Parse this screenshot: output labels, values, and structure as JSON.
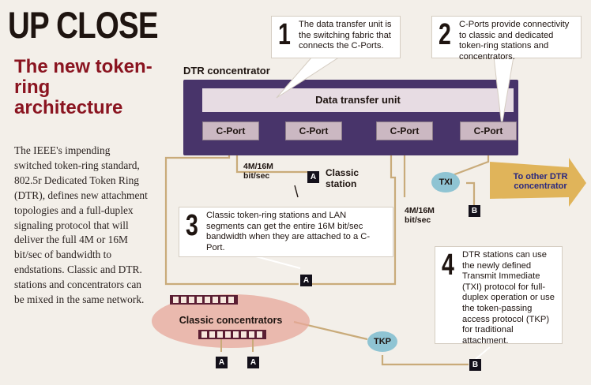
{
  "sidebar": {
    "kicker": "UP CLOSE",
    "headline": "The new token-ring architecture",
    "body": "The IEEE's impending switched token-ring standard, 802.5r Dedicated Token Ring (DTR), defines new attachment topologies and a full-duplex signaling protocol that will deliver the full 4M or 16M bit/sec of bandwidth to endstations. Classic and DTR. stations and concentrators can be mixed in the same network."
  },
  "callouts": [
    {
      "number": "1",
      "text": "The data transfer unit is the switching fabric that connects the C-Ports."
    },
    {
      "number": "2",
      "text": "C-Ports provide connectivity to classic and dedicated token-ring stations and concentrators."
    },
    {
      "number": "3",
      "text": "Classic token-ring stations and LAN segments can get the entire 16M bit/sec bandwidth when they are attached to a C-Port."
    },
    {
      "number": "4",
      "text": "DTR stations can use the newly defined Transmit Immediate (TXI) protocol for full-duplex operation or use the token-passing access protocol (TKP) for traditional attachment."
    }
  ],
  "diagram": {
    "concentrator_label": "DTR concentrator",
    "data_transfer_unit": "Data transfer unit",
    "cports": [
      "C-Port",
      "C-Port",
      "C-Port",
      "C-Port"
    ],
    "speed_label_1": "4M/16M bit/sec",
    "speed_label_2": "4M/16M bit/sec",
    "classic_station_label": "Classic station",
    "to_other_label": "To other DTR concentrator",
    "txi_label": "TXI",
    "tkp_label": "TKP",
    "classic_concentrators_label": "Classic concentrators",
    "station_a": "A",
    "station_b": "B"
  },
  "colors": {
    "headline": "#8a1420",
    "concentrator": "#48346a",
    "dtu": "#e7dce3",
    "cable": "#c9ab7a",
    "arrow": "#e0b45a",
    "concentrator_glow": "#e7a79a"
  }
}
